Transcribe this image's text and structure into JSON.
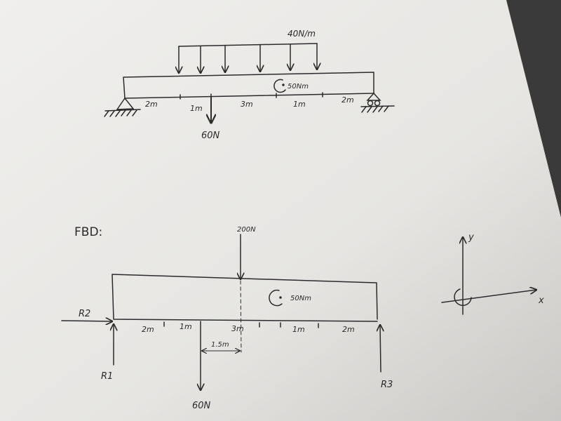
{
  "beam_diagram": {
    "distributed_load": "40N/m",
    "moment": "50Nm",
    "point_load": "60N",
    "spans": [
      "2m",
      "1m",
      "3m",
      "1m",
      "2m"
    ]
  },
  "fbd": {
    "heading": "FBD:",
    "resultant_load": "200N",
    "moment": "50Nm",
    "point_load": "60N",
    "spans": [
      "2m",
      "1m",
      "3m",
      "1m",
      "2m"
    ],
    "offset": "1.5m",
    "reactions": {
      "r1": "R1",
      "r2": "R2",
      "r3": "R3"
    }
  },
  "axes": {
    "x": "x",
    "y": "y"
  },
  "colors": {
    "paper": "#ecebe8",
    "ink": "#2b2b2b",
    "background": "#3a3a3a"
  }
}
